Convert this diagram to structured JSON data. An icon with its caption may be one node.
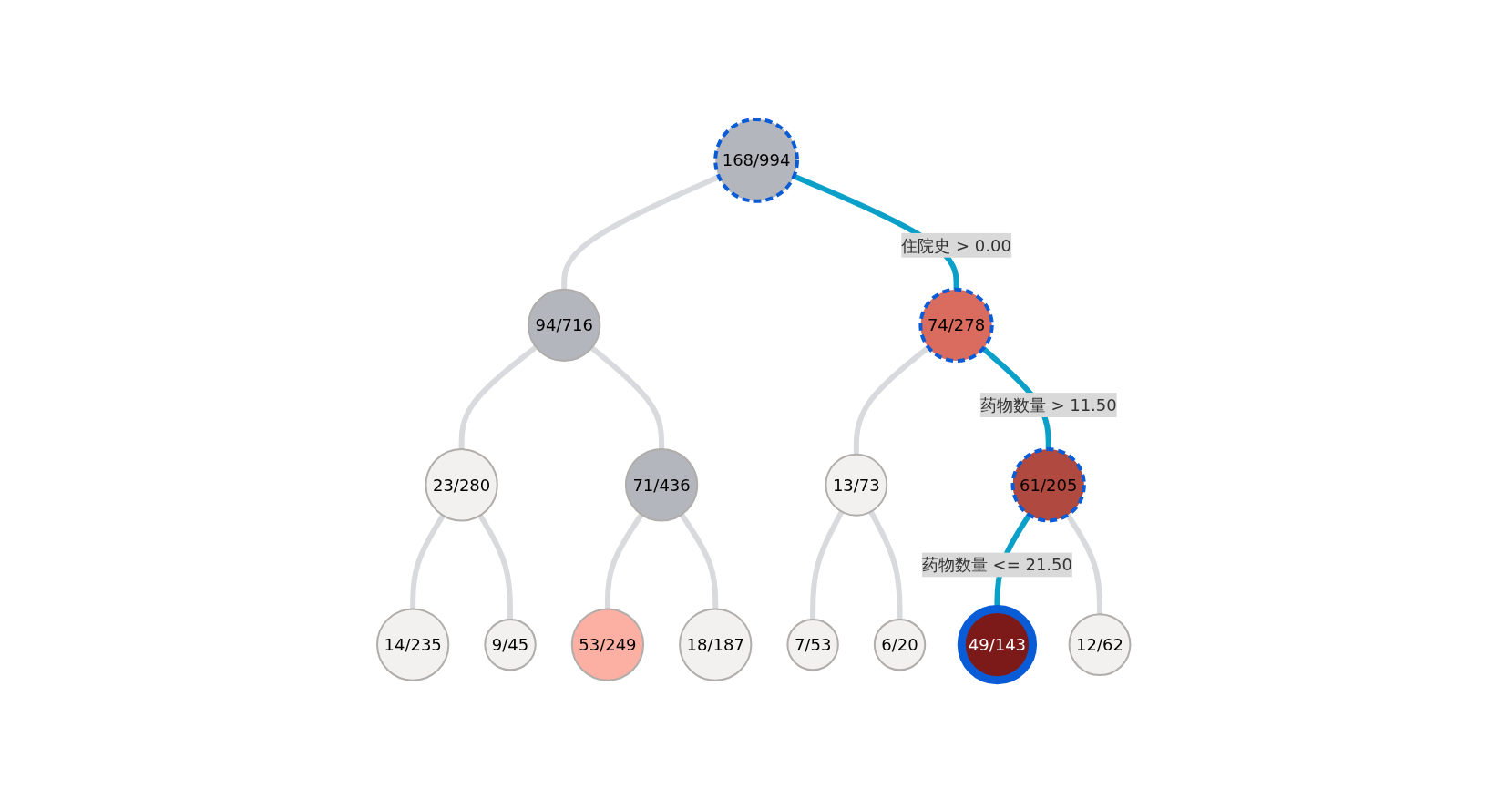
{
  "diagram": {
    "nodes": [
      {
        "text": [
          "168/994"
        ]
      },
      {
        "text": [
          "94/716"
        ]
      },
      {
        "text": [
          "74/278"
        ]
      },
      {
        "text": [
          "23/280"
        ]
      },
      {
        "text": [
          "71/436"
        ]
      },
      {
        "text": [
          "13/73"
        ]
      },
      {
        "text": [
          "61/205"
        ]
      },
      {
        "text": [
          "14/235"
        ]
      },
      {
        "text": [
          "9/45"
        ]
      },
      {
        "text": [
          "53/249"
        ]
      },
      {
        "text": [
          "18/187"
        ]
      },
      {
        "text": [
          "7/53"
        ]
      },
      {
        "text": [
          "6/20"
        ]
      },
      {
        "text": [
          "49/143"
        ]
      },
      {
        "text": [
          "12/62"
        ]
      }
    ],
    "edges": [
      {
        "from": 0,
        "to": 1,
        "arrow": "none"
      },
      {
        "from": 0,
        "to": 2,
        "arrow": "none",
        "label": "住院史 > 0.00",
        "color": "#0aa0c8"
      },
      {
        "from": 1,
        "to": 3,
        "arrow": "none"
      },
      {
        "from": 1,
        "to": 4,
        "arrow": "none"
      },
      {
        "from": 2,
        "to": 5,
        "arrow": "none"
      },
      {
        "from": 2,
        "to": 6,
        "arrow": "none",
        "label": "药物数量 > 11.50",
        "color": "#0aa0c8"
      },
      {
        "from": 3,
        "to": 7,
        "arrow": "none"
      },
      {
        "from": 3,
        "to": 8,
        "arrow": "none"
      },
      {
        "from": 4,
        "to": 9,
        "arrow": "none"
      },
      {
        "from": 4,
        "to": 10,
        "arrow": "none"
      },
      {
        "from": 5,
        "to": 11,
        "arrow": "none"
      },
      {
        "from": 5,
        "to": 12,
        "arrow": "none"
      },
      {
        "from": 6,
        "to": 13,
        "arrow": "none",
        "label": "药物数量 <= 21.50",
        "color": "#0aa0c8"
      },
      {
        "from": 6,
        "to": 14,
        "arrow": "none"
      }
    ]
  }
}
